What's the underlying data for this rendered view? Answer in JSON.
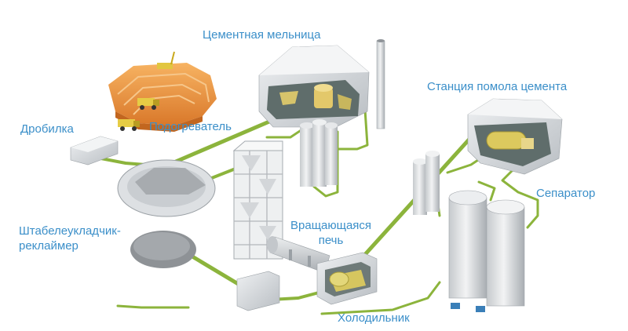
{
  "labels": {
    "cement_mill": "Цементная мельница",
    "grinding_station": "Станция помола цемента",
    "crusher": "Дробилка",
    "preheater": "Подогреватель",
    "stacker_reclaimer": "Штабелеукладчик-\nреклаймер",
    "rotary_kiln": "Вращающаяся\nпечь",
    "separator": "Сепаратор",
    "cooler": "Холодильник"
  },
  "colors": {
    "label_text": "#3b8fc9",
    "conveyor": "#8cb43c",
    "building": "#d9dcdf",
    "quarry": "#e89540",
    "machine": "#d9c468"
  }
}
